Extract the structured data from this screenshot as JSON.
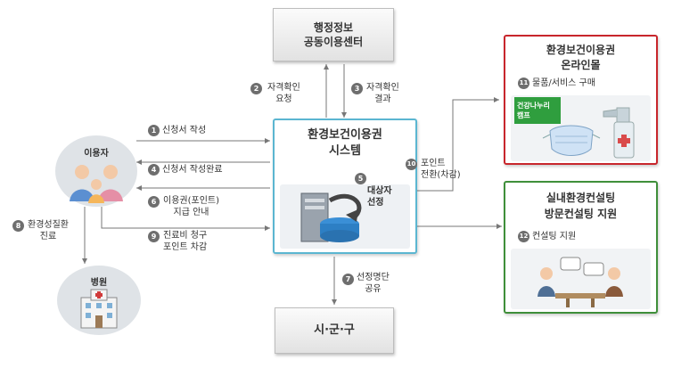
{
  "nodes": {
    "admin_center": {
      "line1": "행정정보",
      "line2": "공동이용센터"
    },
    "system": {
      "line1": "환경보건이용권",
      "line2": "시스템"
    },
    "user": {
      "label": "이용자"
    },
    "hospital": {
      "label": "병원"
    },
    "local_gov": {
      "label": "시·군·구"
    },
    "mall": {
      "line1": "환경보건이용권",
      "line2": "온라인몰",
      "badge": "건강나누리\n캠프"
    },
    "consulting": {
      "line1": "실내환경컨설팅",
      "line2": "방문컨설팅 지원"
    }
  },
  "steps": [
    {
      "num": "1",
      "text": "신청서 작성"
    },
    {
      "num": "2",
      "text": "자격확인\n요청"
    },
    {
      "num": "3",
      "text": "자격확인\n결과"
    },
    {
      "num": "4",
      "text": "신청서 작성완료"
    },
    {
      "num": "5",
      "text": "대상자\n선정"
    },
    {
      "num": "6",
      "text": "이용권(포인트)\n지급 안내"
    },
    {
      "num": "7",
      "text": "선정명단\n공유"
    },
    {
      "num": "8",
      "text": "환경성질환\n진료"
    },
    {
      "num": "9",
      "text": "진료비 청구\n포인트 차감"
    },
    {
      "num": "10",
      "text": "포인트\n전환(차감)"
    },
    {
      "num": "11",
      "text": "물품/서비스 구매"
    },
    {
      "num": "12",
      "text": "컨설팅 지원"
    }
  ],
  "colors": {
    "mall_border": "#c8262c",
    "consulting_border": "#3f8f3a",
    "system_border": "#5bb6d1",
    "badge_green": "#2f9e3e",
    "step_circle": "#6e6e6e",
    "arrow": "#777777"
  }
}
